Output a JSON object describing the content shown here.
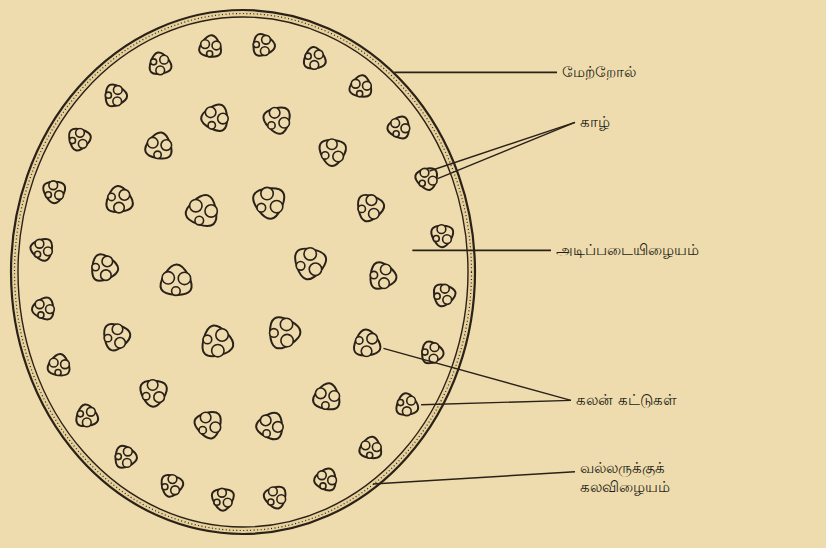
{
  "diagram": {
    "labels": [
      "மேற்றோல்",
      "காழ்",
      "அடிப்படையிழையம்",
      "கலன் கட்டுகள்",
      "வல்லருக்குக் கலவிழையம்"
    ]
  }
}
